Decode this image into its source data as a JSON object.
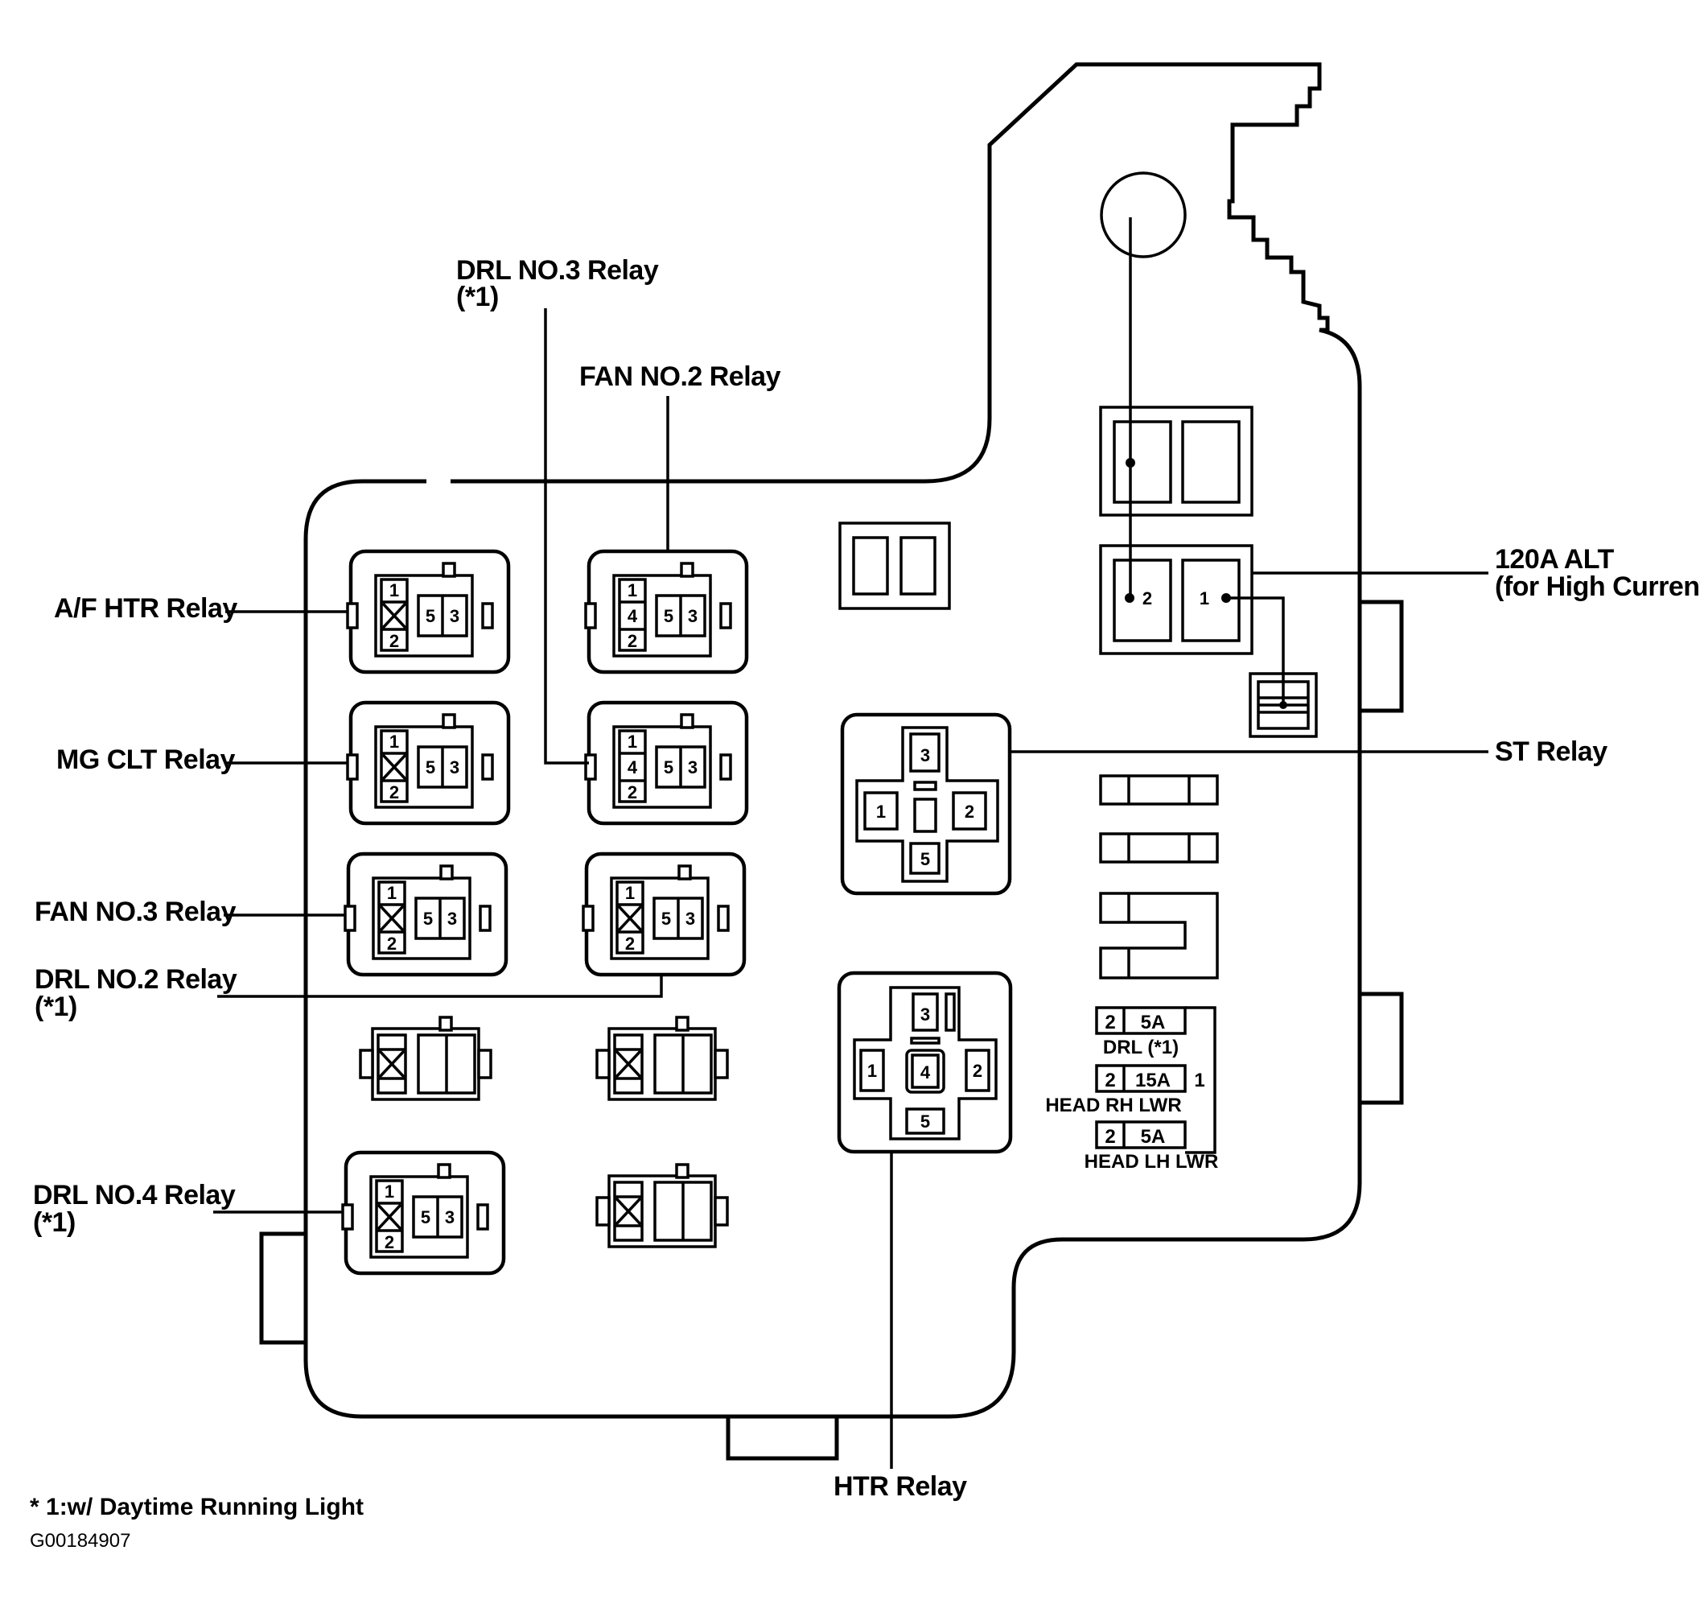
{
  "labels": {
    "af_htr_relay": "A/F HTR Relay",
    "mg_clt_relay": "MG CLT Relay",
    "fan_no3_relay": "FAN NO.3 Relay",
    "drl_no2_relay": "DRL NO.2 Relay",
    "drl_no2_note": "(*1)",
    "drl_no4_relay": "DRL NO.4 Relay",
    "drl_no4_note": "(*1)",
    "drl_no3_relay": "DRL NO.3 Relay",
    "drl_no3_note": "(*1)",
    "fan_no2_relay": "FAN NO.2 Relay",
    "alt_120a": "120A ALT",
    "alt_note": "(for High Current)",
    "st_relay": "ST Relay",
    "htr_relay": "HTR Relay"
  },
  "pins": {
    "p1": "1",
    "p2": "2",
    "p3": "3",
    "p4": "4",
    "p5": "5"
  },
  "fuses": {
    "drl": {
      "pin": "2",
      "amps": "5A",
      "name": "DRL (*1)"
    },
    "head_rh": {
      "pin": "2",
      "amps": "15A",
      "name": "HEAD RH LWR"
    },
    "head_lh": {
      "pin": "2",
      "amps": "5A",
      "name": "HEAD LH LWR"
    },
    "common_pin": "1"
  },
  "footnote": "* 1:w/ Daytime Running Light",
  "figure_code": "G00184907"
}
